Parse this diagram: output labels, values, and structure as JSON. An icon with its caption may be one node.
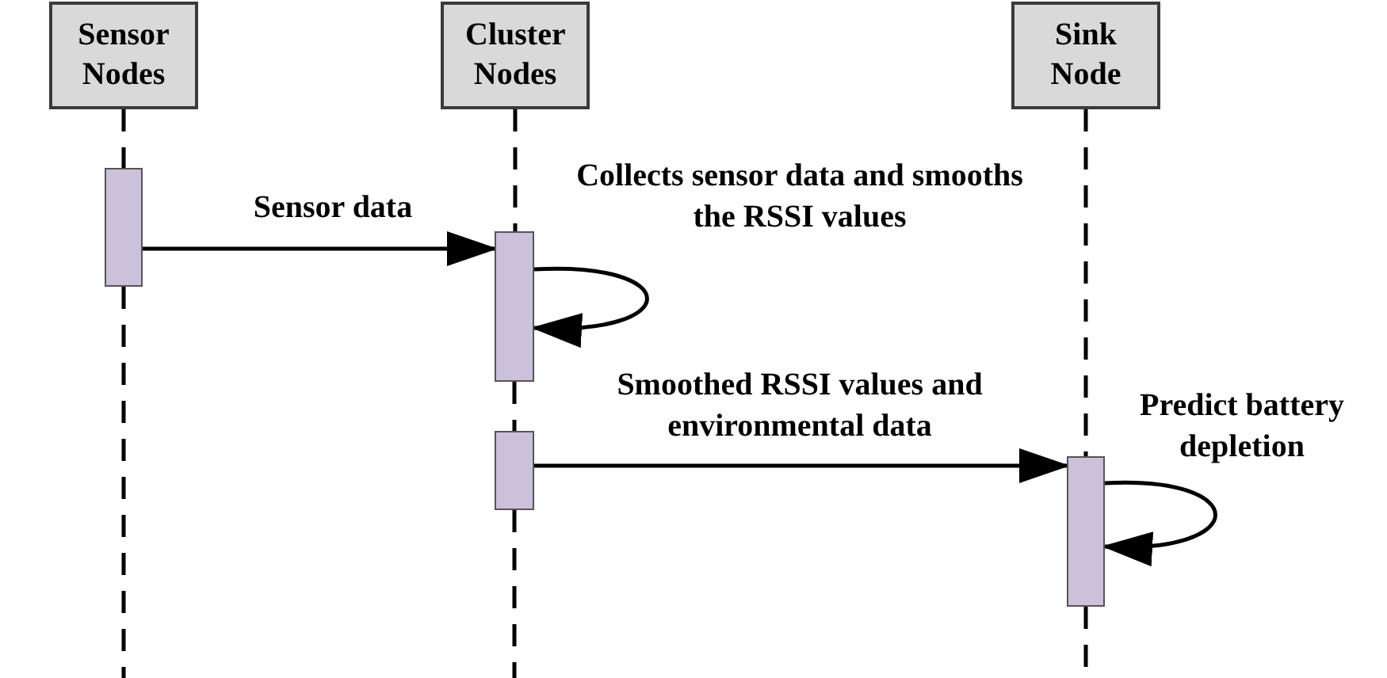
{
  "diagram": {
    "nodes": [
      {
        "text": [
          "Sensor Nodes"
        ]
      },
      {
        "text": [
          "Cluster Nodes"
        ]
      },
      {
        "text": [
          "Sink Node"
        ]
      },
      {
        "text": [],
        "shape": "bar"
      },
      {
        "text": [],
        "shape": "bar"
      },
      {
        "text": [],
        "shape": "bar"
      },
      {
        "text": [],
        "shape": "bar"
      }
    ],
    "edges": [
      {
        "from": 0,
        "to": 3,
        "arrow": "none",
        "style": "dashed"
      },
      {
        "from": 3,
        "to": null,
        "arrow": "none",
        "style": "dashed"
      },
      {
        "from": 1,
        "to": 4,
        "arrow": "none",
        "style": "dashed"
      },
      {
        "from": 4,
        "to": 5,
        "arrow": "none",
        "style": "dashed"
      },
      {
        "from": 5,
        "to": null,
        "arrow": "none",
        "style": "dashed"
      },
      {
        "from": 2,
        "to": 6,
        "arrow": "none",
        "style": "dashed"
      },
      {
        "from": 6,
        "to": null,
        "arrow": "none",
        "style": "dashed"
      },
      {
        "from": 3,
        "to": 4,
        "arrow": "to",
        "label": "Sensor data"
      },
      {
        "from": 4,
        "to": 4,
        "arrow": "to",
        "label": "Collects sensor data and smooths the RSSI values"
      },
      {
        "from": 5,
        "to": 6,
        "arrow": "to",
        "label": "Smoothed RSSI values and environmental data"
      },
      {
        "from": 6,
        "to": 6,
        "arrow": "to",
        "label": "Predict battery depletion"
      }
    ]
  }
}
